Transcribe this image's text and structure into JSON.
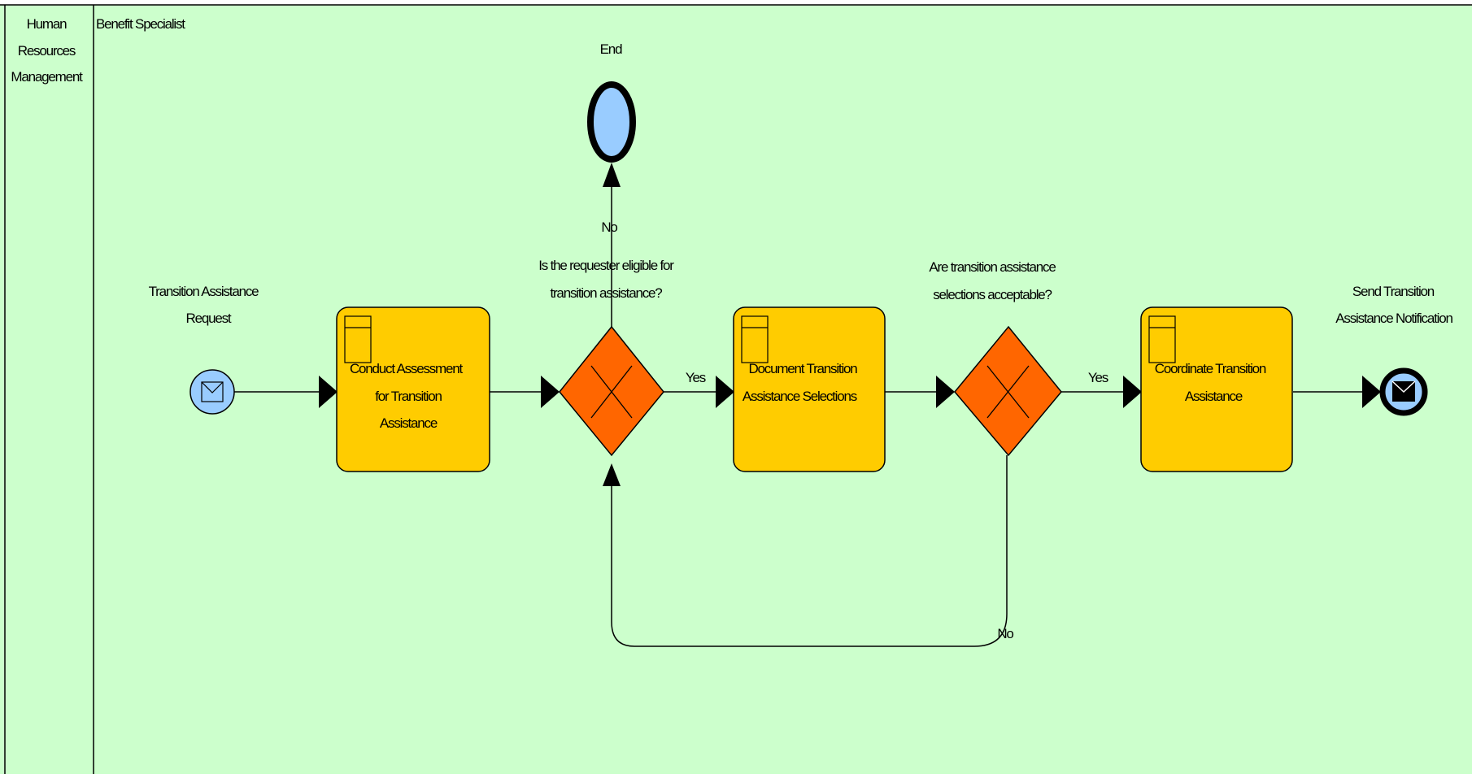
{
  "pool": {
    "name_lines": [
      "Human",
      "Resources",
      "Management"
    ],
    "lane_name": "Benefit Specialist",
    "background_color": "#ccffcc"
  },
  "events": {
    "start": {
      "label_lines": [
        "Transition Assistance",
        "Request"
      ],
      "icon": "envelope-icon",
      "fill": "#99ccff"
    },
    "end_no": {
      "label": "End",
      "fill": "#99ccff"
    },
    "end_send": {
      "label_lines": [
        "Send Transition",
        "Assistance Notification"
      ],
      "icon": "filled-envelope-icon",
      "fill": "#99ccff"
    }
  },
  "tasks": [
    {
      "id": "conduct",
      "label_lines": [
        "Conduct Assessment",
        "for Transition",
        "Assistance"
      ]
    },
    {
      "id": "document",
      "label_lines": [
        "Document Transition",
        "Assistance Selections"
      ]
    },
    {
      "id": "coordinate",
      "label_lines": [
        "Coordinate Transition",
        "Assistance"
      ]
    }
  ],
  "task_style": {
    "fill": "#ffcc00"
  },
  "gateways": [
    {
      "id": "eligible",
      "question_lines": [
        "Is the requester eligible for",
        "transition assistance?"
      ]
    },
    {
      "id": "acceptable",
      "question_lines": [
        "Are transition assistance",
        "selections acceptable?"
      ]
    }
  ],
  "gateway_style": {
    "fill": "#ff6600"
  },
  "flow_labels": {
    "eligible_no": "No",
    "eligible_yes": "Yes",
    "acceptable_yes": "Yes",
    "acceptable_no": "No"
  }
}
